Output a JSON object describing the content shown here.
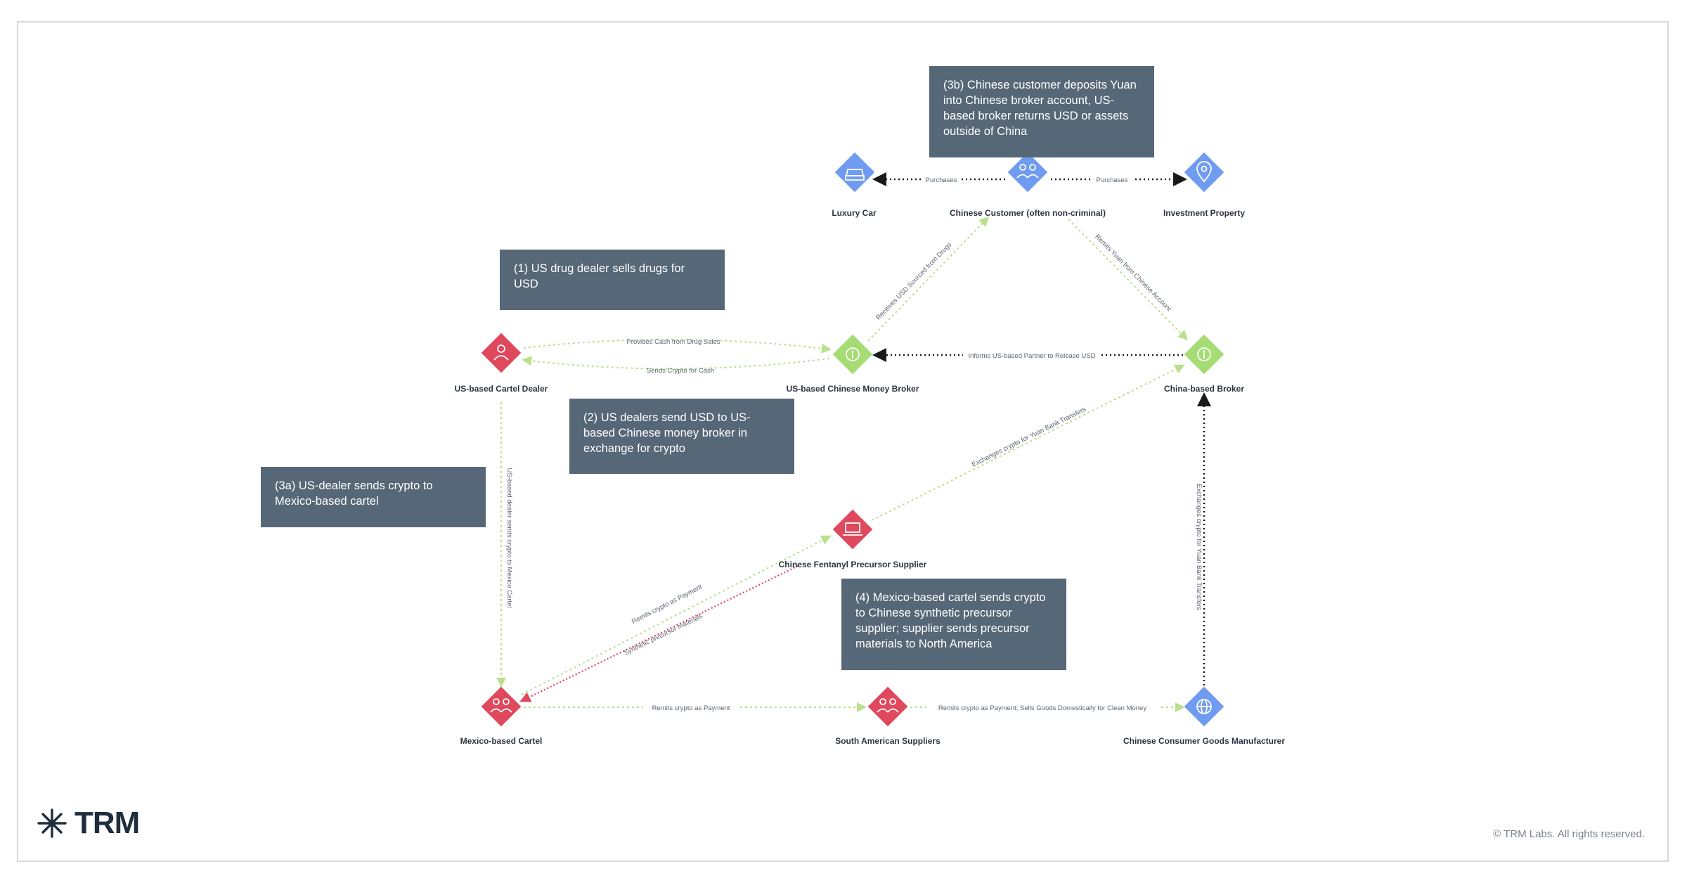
{
  "colors": {
    "red": "#e0485d",
    "green": "#a6dc74",
    "blue": "#6f9bf0",
    "box": "#566778",
    "arrow_green": "#b9e08a",
    "arrow_red": "#e0485d",
    "arrow_black": "#1a1a1a"
  },
  "nodes": {
    "luxury_car": {
      "label": "Luxury Car",
      "icon": "car-icon"
    },
    "chinese_customer": {
      "label": "Chinese Customer (often non-criminal)",
      "icon": "people-icon"
    },
    "investment_property": {
      "label": "Investment Property",
      "icon": "location-pin-icon"
    },
    "us_cartel_dealer": {
      "label": "US-based Cartel Dealer",
      "icon": "person-icon"
    },
    "us_money_broker": {
      "label": "US-based Chinese Money Broker",
      "icon": "dollar-icon"
    },
    "china_broker": {
      "label": "China-based Broker",
      "icon": "dollar-icon"
    },
    "fentanyl_supplier": {
      "label": "Chinese Fentanyl Precursor Supplier",
      "icon": "laptop-icon"
    },
    "mexico_cartel": {
      "label": "Mexico-based Cartel",
      "icon": "people-icon"
    },
    "south_american": {
      "label": "South American Suppliers",
      "icon": "people-icon"
    },
    "consumer_goods": {
      "label": "Chinese Consumer Goods Manufacturer",
      "icon": "globe-icon"
    }
  },
  "edges": {
    "purchases_car": "Purchases",
    "purchases_property": "Purchases",
    "receives_usd": "Receives USD Sourced from Drugs",
    "remits_yuan": "Remits Yuan from Chinese Account",
    "provides_cash": "Provides Cash from Drug Sales",
    "sends_crypto": "Sends Crypto for Cash",
    "informs_partner": "Informs US-based Partner to Release USD",
    "dealer_to_mexico": "US-based dealer sends crypto to Mexico Cartel",
    "exchanges_supplier": "Exchanges crypto for Yuan Bank Transfers",
    "remits_payment_supplier": "Remits crypto as Payment",
    "synthetic_materials": "Synthetic precursor materials",
    "remits_payment_sa": "Remits crypto as Payment",
    "sells_goods": "Remits crypto as Payment; Sells Goods Domestically for Clean Money",
    "exchanges_manufacturer": "Exchanges crypto for Yuan Bank Transfers"
  },
  "steps": {
    "step3b": "(3b) Chinese customer deposits Yuan into Chinese broker account, US-based broker returns USD or assets outside of China",
    "step1": "(1) US drug dealer sells drugs for USD",
    "step2": "(2) US dealers send USD to US-based Chinese money broker in exchange for crypto",
    "step3a": "(3a) US-dealer sends crypto to Mexico-based cartel",
    "step4": "(4) Mexico-based cartel sends crypto to Chinese synthetic precursor supplier; supplier sends precursor materials to North America"
  },
  "logo": {
    "text": "TRM",
    "icon": "trm-asterisk-icon"
  },
  "copyright": "© TRM Labs. All rights reserved."
}
